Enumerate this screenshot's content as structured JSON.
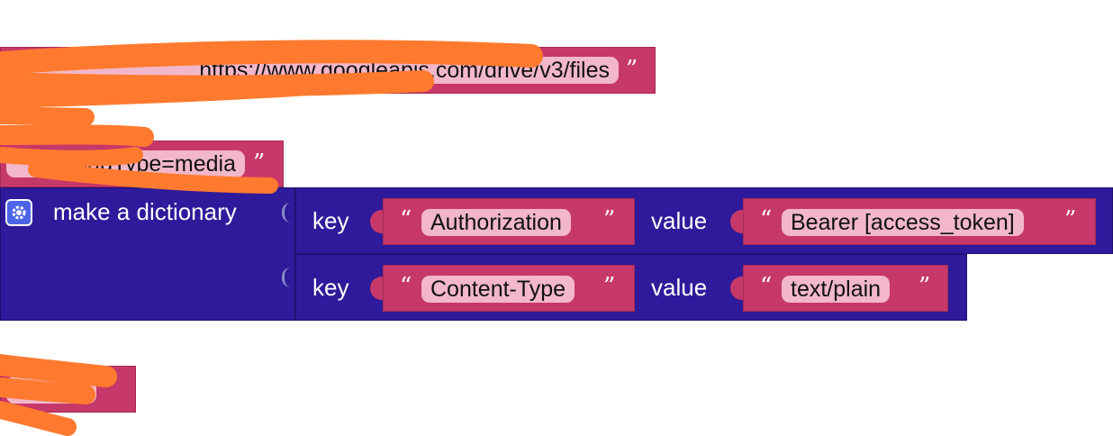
{
  "url_block": {
    "text": "https://www.googleapis.com/drive/v3/files"
  },
  "query_block": {
    "text": "uploadType=media"
  },
  "dictionary": {
    "title": "make a dictionary",
    "pairs": [
      {
        "key_label": "key",
        "key": "Authorization",
        "value_label": "value",
        "value": "Bearer [access_token]"
      },
      {
        "key_label": "key",
        "key": "Content-Type",
        "value_label": "value",
        "value": "text/plain"
      }
    ]
  },
  "bottom_block": {
    "text": "n"
  },
  "quote_open": "“",
  "quote_close": "”",
  "colors": {
    "text_block": "#c7386a",
    "dictionary_block": "#2e1a9a",
    "pill": "#f2b7ca",
    "redaction": "#ff7a2e"
  },
  "icons": {
    "mutator": "gear-icon"
  }
}
